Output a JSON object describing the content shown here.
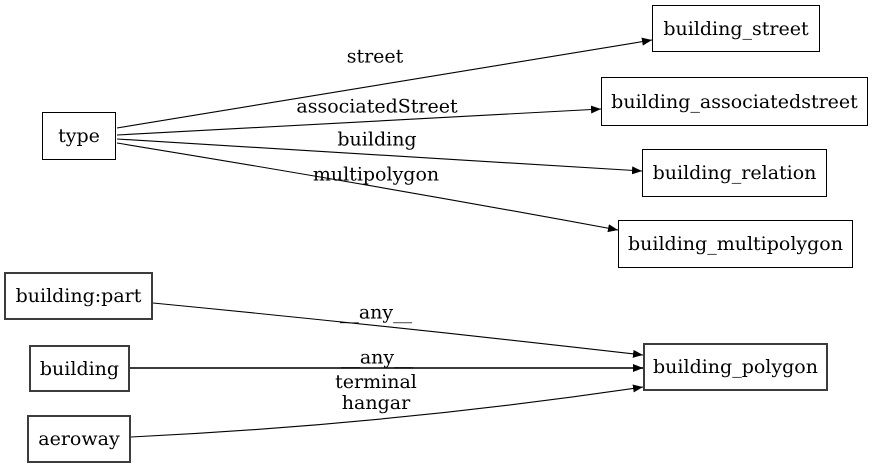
{
  "colors": {
    "background": "#ffffff",
    "node_border": "#000000",
    "node_border_thick": "#3c3c3c",
    "edge_stroke": "#000000",
    "text": "#000000"
  },
  "nodes": {
    "type": {
      "label": "type"
    },
    "building_street": {
      "label": "building_street"
    },
    "building_associatedstreet": {
      "label": "building_associatedstreet"
    },
    "building_relation": {
      "label": "building_relation"
    },
    "building_multipolygon": {
      "label": "building_multipolygon"
    },
    "building_part": {
      "label": "building:part"
    },
    "building": {
      "label": "building"
    },
    "aeroway": {
      "label": "aeroway"
    },
    "building_polygon": {
      "label": "building_polygon"
    }
  },
  "edges": [
    {
      "from": "type",
      "to": "building_street",
      "label": "street"
    },
    {
      "from": "type",
      "to": "building_associatedstreet",
      "label": "associatedStreet"
    },
    {
      "from": "type",
      "to": "building_relation",
      "label": "building"
    },
    {
      "from": "type",
      "to": "building_multipolygon",
      "label": "multipolygon"
    },
    {
      "from": "building:part",
      "to": "building_polygon",
      "label": "__any__"
    },
    {
      "from": "building",
      "to": "building_polygon",
      "label": "__any__"
    },
    {
      "from": "aeroway",
      "to": "building_polygon",
      "label": "terminal\nhangar"
    }
  ]
}
